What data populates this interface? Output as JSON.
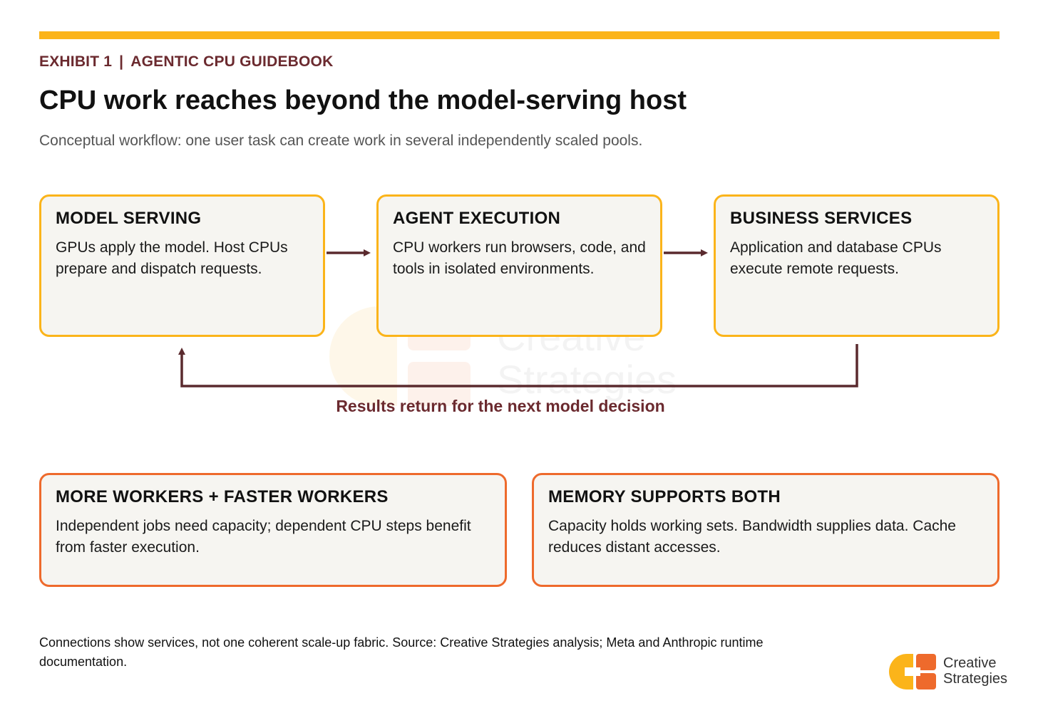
{
  "header": {
    "exhibit": "EXHIBIT 1",
    "separator": "|",
    "guidebook": "AGENTIC CPU GUIDEBOOK",
    "title": "CPU work reaches beyond the model-serving host",
    "subtitle": "Conceptual workflow: one user task can create work in several independently scaled pools."
  },
  "flow": {
    "steps": [
      {
        "title": "MODEL SERVING",
        "body": "GPUs apply the model. Host CPUs prepare and dispatch requests."
      },
      {
        "title": "AGENT EXECUTION",
        "body": "CPU workers run browsers, code, and tools in isolated environments."
      },
      {
        "title": "BUSINESS SERVICES",
        "body": "Application and database CPUs execute remote requests."
      }
    ],
    "return_label": "Results return for the next model decision"
  },
  "notes": [
    {
      "title": "MORE WORKERS + FASTER WORKERS",
      "body": "Independent jobs need capacity; dependent CPU steps benefit from faster execution."
    },
    {
      "title": "MEMORY SUPPORTS BOTH",
      "body": "Capacity holds working sets. Bandwidth supplies data. Cache reduces distant accesses."
    }
  ],
  "footnote": "Connections show services, not one coherent scale-up fabric. Source: Creative Strategies analysis; Meta and Anthropic runtime documentation.",
  "brand": {
    "name_line1": "Creative",
    "name_line2": "Strategies",
    "watermark": "Creative\nStrategies"
  },
  "colors": {
    "accent_yellow": "#FBB41A",
    "accent_orange": "#EE6A2C",
    "maroon": "#6B2A2F",
    "card_fill": "#F6F5F1"
  }
}
